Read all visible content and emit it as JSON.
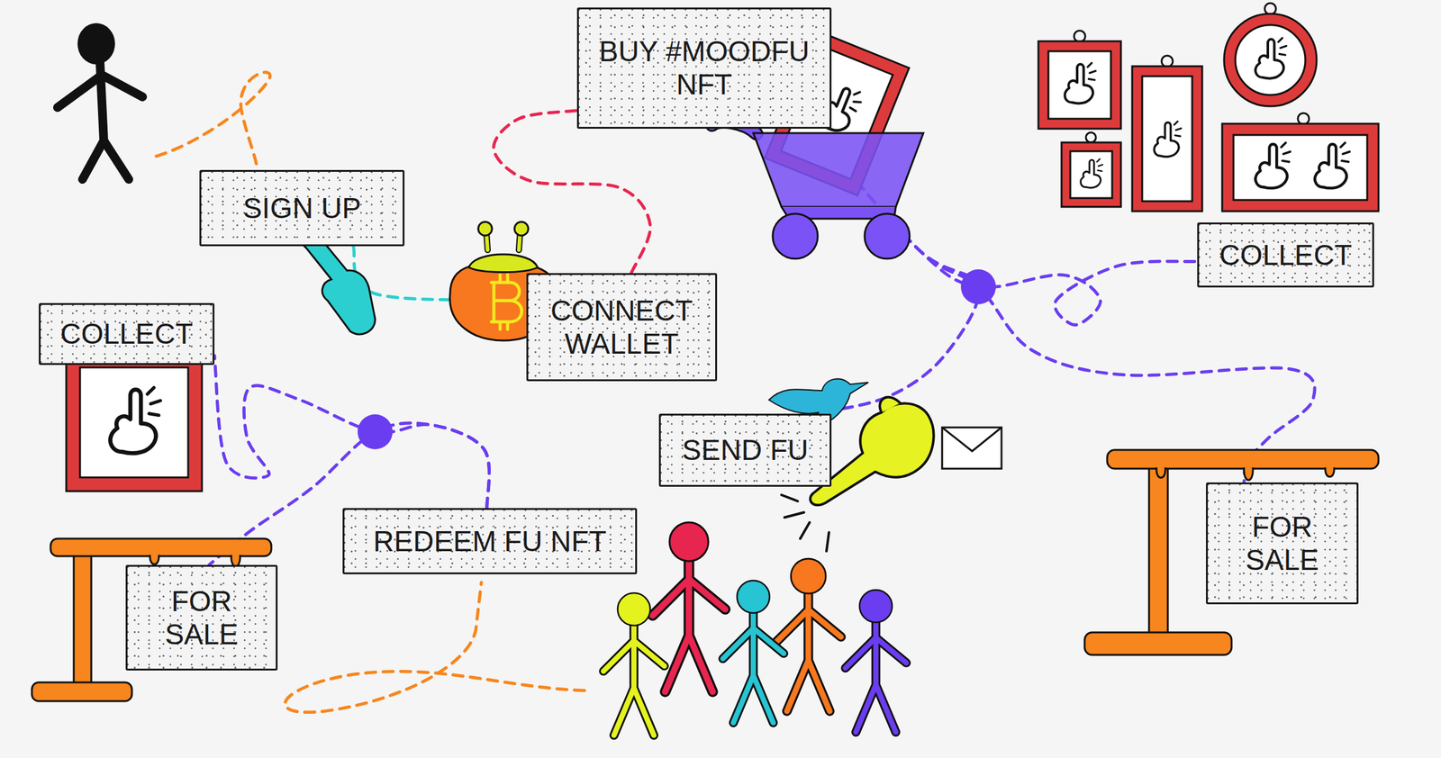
{
  "diagram": {
    "nodes": [
      {
        "text": [
          "BUY #MOODFU NFT"
        ]
      },
      {
        "text": [
          "SIGN UP"
        ]
      },
      {
        "text": [
          "COLLECT"
        ]
      },
      {
        "text": [
          "COLLECT"
        ]
      },
      {
        "text": [
          "CONNECT WALLET"
        ]
      },
      {
        "text": [
          "SEND FU"
        ]
      },
      {
        "text": [
          "REDEEM FU NFT"
        ]
      },
      {
        "text": [
          "FOR SALE"
        ]
      },
      {
        "text": [
          "FOR SALE"
        ]
      }
    ],
    "edges": [
      {
        "from": 1,
        "to": 4,
        "arrow": "none"
      },
      {
        "from": 4,
        "to": 0,
        "arrow": "none"
      },
      {
        "from": 0,
        "to": 2,
        "arrow": "none"
      },
      {
        "from": 0,
        "to": 7,
        "arrow": "none"
      },
      {
        "from": 0,
        "to": 5,
        "arrow": "none"
      },
      {
        "from": 6,
        "to": 3,
        "arrow": "none"
      },
      {
        "from": 6,
        "to": 8,
        "arrow": "none"
      }
    ]
  }
}
